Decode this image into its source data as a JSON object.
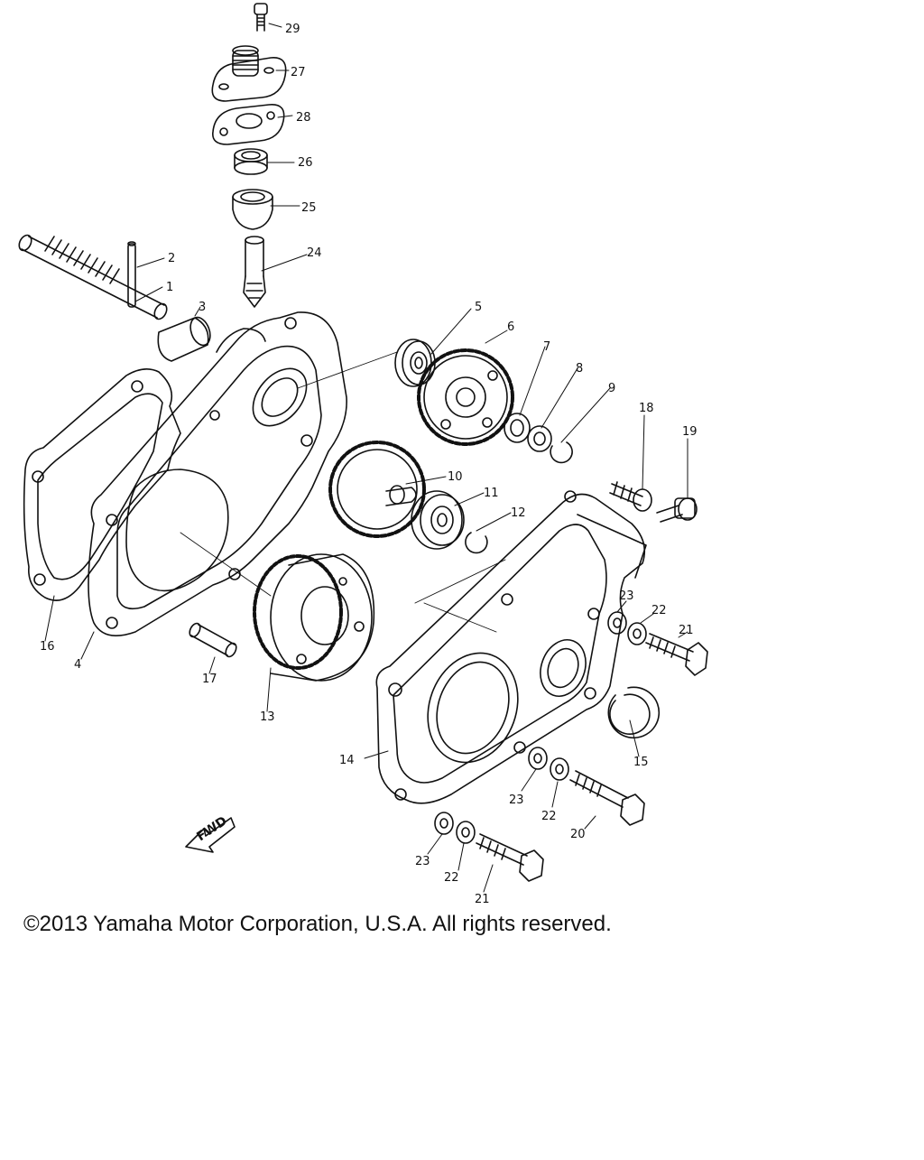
{
  "diagram": {
    "callouts": [
      "1",
      "2",
      "3",
      "4",
      "5",
      "6",
      "7",
      "8",
      "9",
      "10",
      "11",
      "12",
      "13",
      "14",
      "15",
      "16",
      "17",
      "18",
      "19",
      "20",
      "21",
      "21",
      "22",
      "22",
      "22",
      "23",
      "23",
      "23",
      "24",
      "25",
      "26",
      "27",
      "28",
      "29"
    ],
    "fwd_marker": "FWD"
  },
  "footer": {
    "copyright": "©2013 Yamaha Motor Corporation, U.S.A. All rights reserved."
  }
}
